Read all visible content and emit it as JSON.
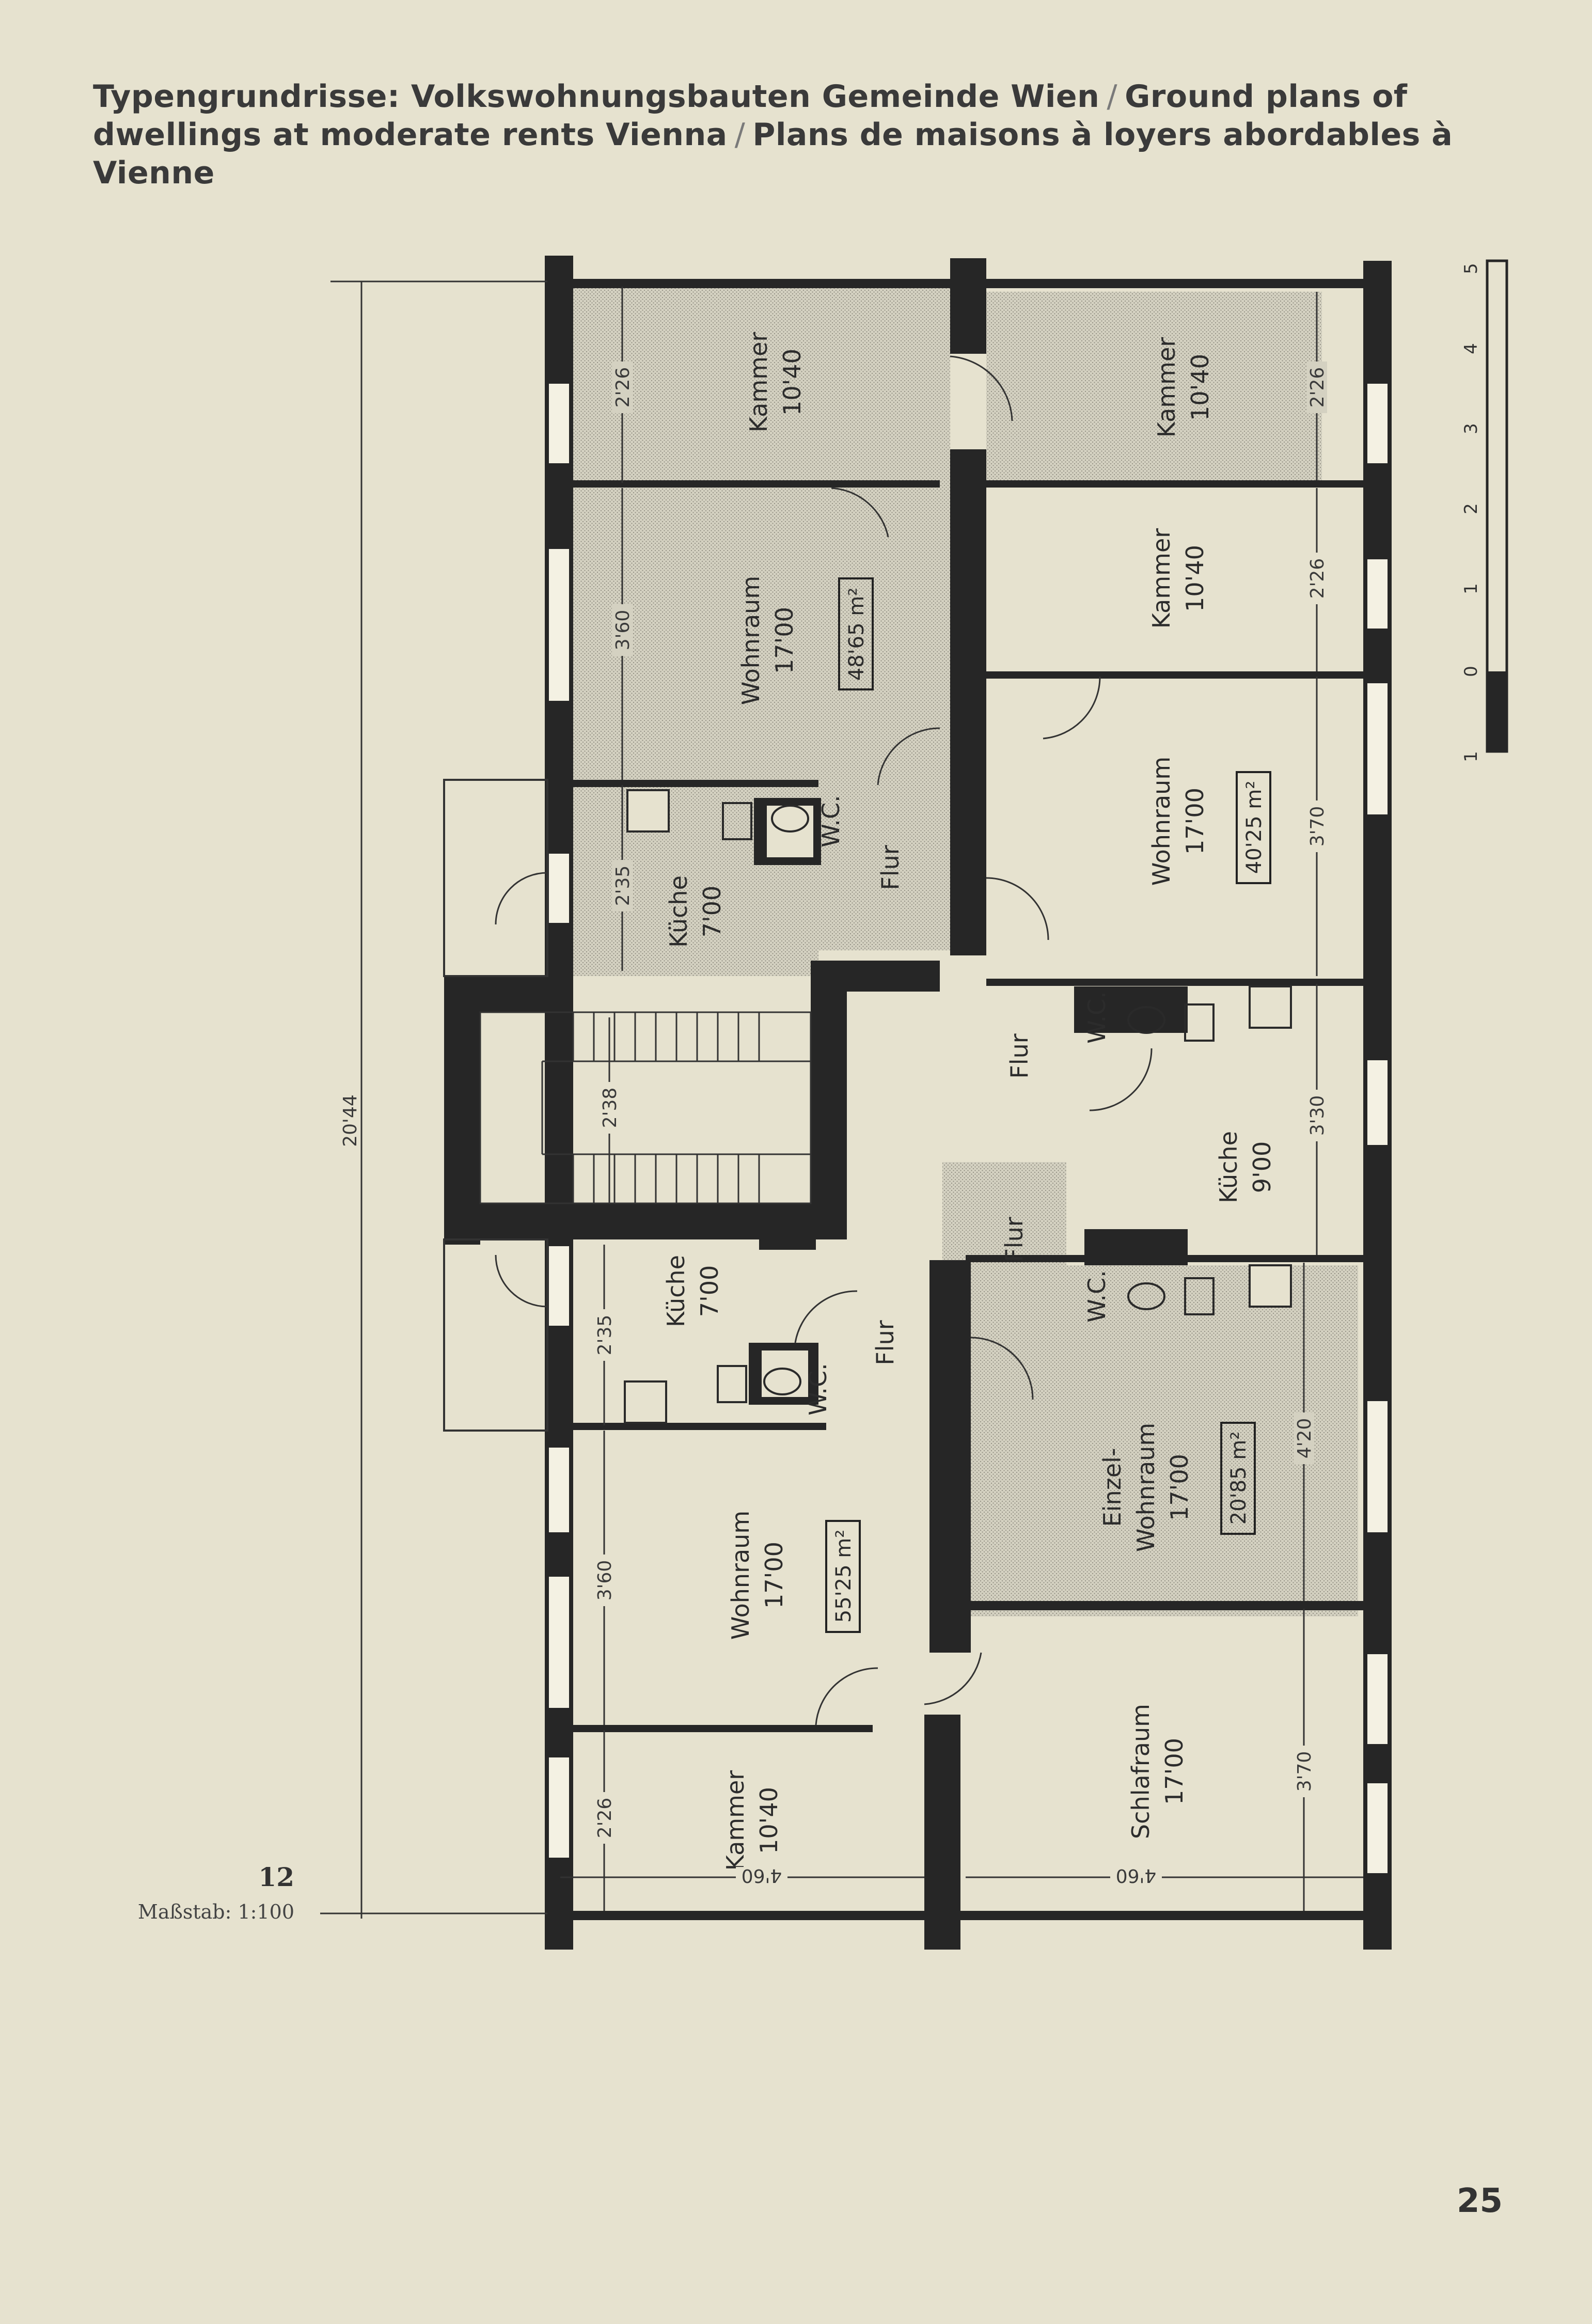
{
  "header": {
    "caption_de": "Typengrundrisse: Volkswohnungsbauten Gemeinde Wien",
    "caption_en": "Ground plans of dwellings at moderate rents Vienna",
    "caption_fr": "Plans de maisons à loyers abordables à Vienne",
    "separator": "/"
  },
  "figure": {
    "number": "12",
    "scale": "Maßstab: 1:100"
  },
  "page": {
    "number": "25"
  },
  "plan": {
    "overall_dimension": "20'44",
    "rooms": {
      "kammer_tl": {
        "name": "Kammer",
        "size": "10'40"
      },
      "kammer_tr": {
        "name": "Kammer",
        "size": "10'40"
      },
      "kammer_r2": {
        "name": "Kammer",
        "size": "10'40"
      },
      "wohnraum_l1": {
        "name": "Wohnraum",
        "size": "17'00",
        "area": "48'65 m²"
      },
      "wohnraum_r1": {
        "name": "Wohnraum",
        "size": "17'00",
        "area": "40'25 m²"
      },
      "kueche_l1": {
        "name": "Küche",
        "size": "7'00"
      },
      "kueche_r1": {
        "name": "Küche",
        "size": "9'00"
      },
      "kueche_l2": {
        "name": "Küche",
        "size": "7'00"
      },
      "wc_1": "W.C.",
      "wc_2": "W.C.",
      "wc_3": "W.C.",
      "wc_4": "W.C.",
      "flur_1": "Flur",
      "flur_2": "Flur",
      "flur_3": "Flur",
      "flur_4": "Flur",
      "einzel": {
        "name1": "Einzel-",
        "name2": "Wohnraum",
        "size": "17'00",
        "area": "20'85 m²"
      },
      "wohnraum_l2": {
        "name": "Wohnraum",
        "size": "17'00",
        "area": "55'25 m²"
      },
      "kammer_bl": {
        "name": "Kammer",
        "size": "10'40"
      },
      "schlafraum": {
        "name": "Schlafraum",
        "size": "17'00"
      }
    },
    "dimensions": {
      "d_226_tl": "2'26",
      "d_360_l1": "3'60",
      "d_235_l1": "2'35",
      "d_238": "2'38",
      "d_235_l2": "2'35",
      "d_360_l2": "3'60",
      "d_226_bl": "2'26",
      "d_226_tr": "2'26",
      "d_226_r2": "2'26",
      "d_370_r1": "3'70",
      "d_330": "3'30",
      "d_420": "4'20",
      "d_370_r2": "3'70",
      "d_460_l": "4'60",
      "d_460_r": "4'60"
    },
    "scale_bar": {
      "ticks": [
        "1",
        "0",
        "1",
        "2",
        "3",
        "4",
        "5"
      ]
    }
  }
}
